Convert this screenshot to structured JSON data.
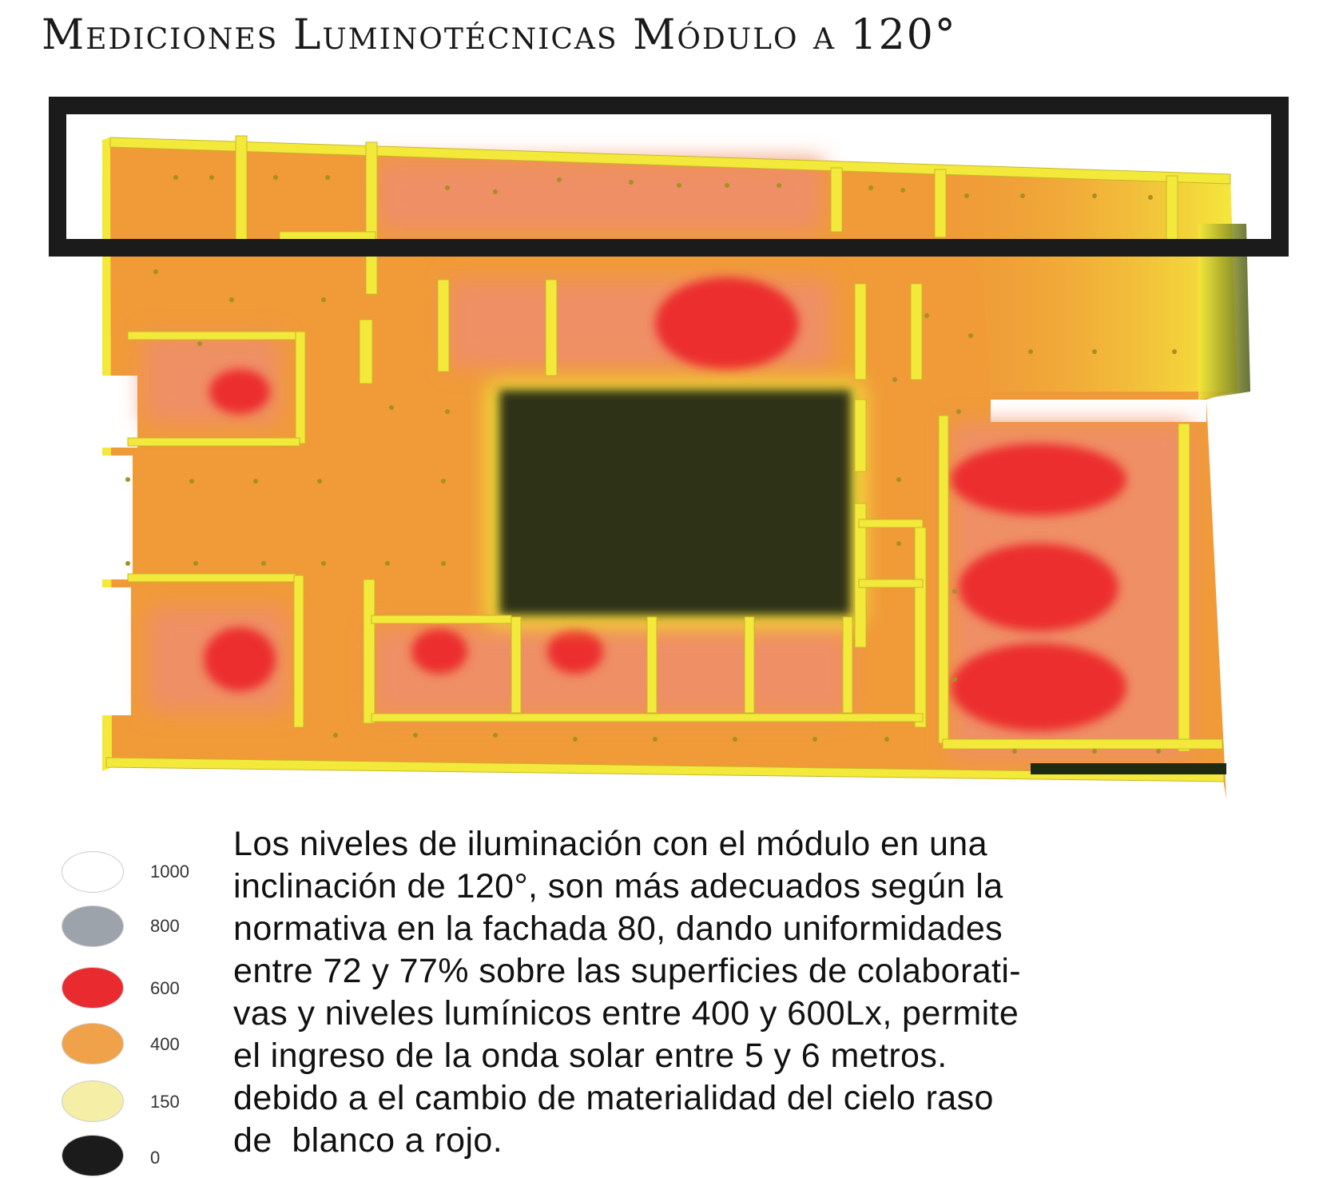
{
  "title": "Mediciones Luminotécnicas Módulo a 120°",
  "legend": [
    {
      "label": "1000",
      "color": "#ffffff"
    },
    {
      "label": "800",
      "color": "#9ca3ab"
    },
    {
      "label": "600",
      "color": "#e92b2f"
    },
    {
      "label": "400",
      "color": "#efa24a"
    },
    {
      "label": "150",
      "color": "#f4eea6"
    },
    {
      "label": "0",
      "color": "#1b1b1b"
    }
  ],
  "description_lines": [
    "Los niveles de iluminación con el módulo en una",
    "inclinación de 120°, son más adecuados según la",
    "normativa en la fachada 80, dando uniformidades",
    "entre 72 y 77% sobre las superficies de colaborati-",
    "vas y niveles lumínicos entre 400 y 600Lx, permite",
    "el ingreso de la onda solar entre 5 y 6 metros.",
    "debido a el cambio de materialidad del cielo raso",
    "de  blanco a rojo."
  ],
  "colors": {
    "floor": "#f09a38",
    "salmon": "#ef8f66",
    "hot": "#ec2e2e",
    "wall": "#f3e93a",
    "dark_core": "#2f3315",
    "highlight_frame": "#1b1b1b"
  }
}
